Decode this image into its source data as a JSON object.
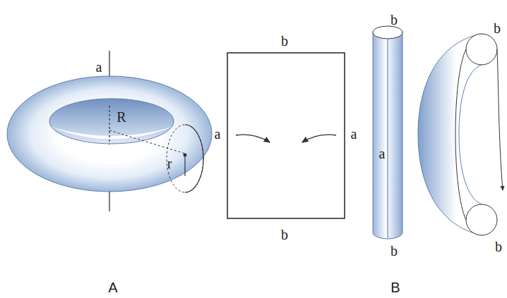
{
  "diagram": {
    "labels": [
      "a",
      "R",
      "r",
      "A",
      "b",
      "a",
      "a",
      "b",
      "b",
      "a",
      "b",
      "B",
      "b",
      "b"
    ]
  }
}
